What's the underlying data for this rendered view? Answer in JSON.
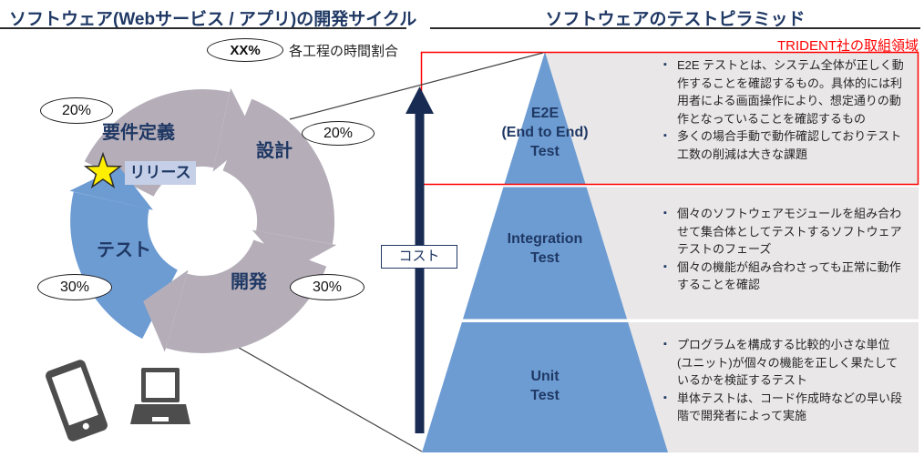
{
  "left": {
    "title": "ソフトウェア(Webサービス / アプリ)の開発サイクル",
    "legend": {
      "badge": "XX%",
      "label": "各工程の時間割合"
    },
    "cycle": {
      "phases": [
        {
          "label": "要件定義",
          "percent": "20%"
        },
        {
          "label": "設計",
          "percent": "20%"
        },
        {
          "label": "開発",
          "percent": "30%"
        },
        {
          "label": "テスト",
          "percent": "30%"
        }
      ],
      "release": "リリース"
    }
  },
  "right": {
    "title": "ソフトウェアのテストピラミッド",
    "scope": "TRIDENT社の取組領域",
    "cost": "コスト",
    "levels": [
      {
        "lines": [
          "E2E",
          "(End to End)",
          "Test"
        ],
        "bullets": [
          "E2E テストとは、システム全体が正しく動作することを確認するもの。具体的には利用者による画面操作により、想定通りの動作となっていることを確認するもの",
          "多くの場合手動で動作確認しておりテスト工数の削減は大きな課題"
        ]
      },
      {
        "lines": [
          "Integration",
          "Test"
        ],
        "bullets": [
          "個々のソフトウェアモジュールを組み合わせて集合体としてテストするソフトウェアテストのフェーズ",
          "個々の機能が組み合わさっても正常に動作することを確認"
        ]
      },
      {
        "lines": [
          "Unit",
          "Test"
        ],
        "bullets": [
          "プログラムを構成する比較的小さな単位(ユニット)が個々の機能を正しく果たしているかを検証するテスト",
          "単体テストは、コード作成時などの早い段階で開発者によって実施"
        ]
      }
    ]
  },
  "glyphs": {
    "bullet": "▪"
  },
  "colors": {
    "navy": "#1f3864",
    "blue": "#6d9cd3",
    "ring_gray": "#b5aeb9",
    "panel_gray": "#e9e7e8",
    "red": "#ff0000",
    "release_bg": "#c5d0e8",
    "icon_gray": "#4d4d4d"
  }
}
